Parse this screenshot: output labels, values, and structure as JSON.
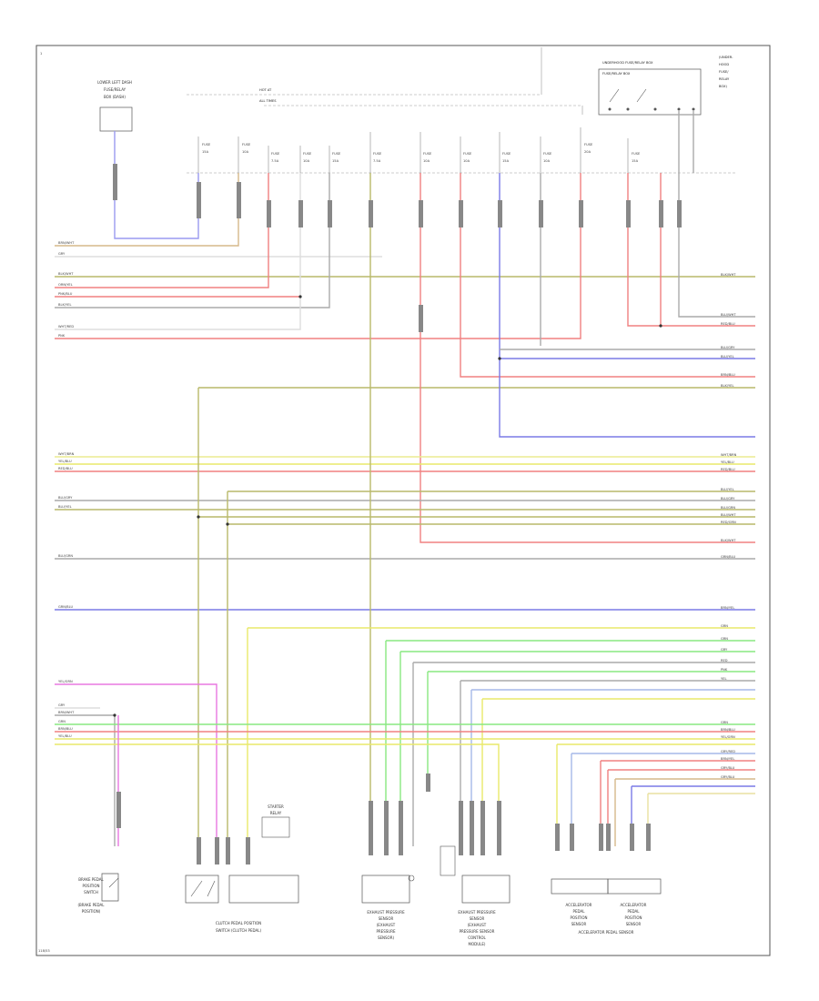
{
  "page_id": "1",
  "colors": {
    "frame": "#666666",
    "yellow": "#e9e96a",
    "olive": "#b9b96a",
    "blue": "#7a7ae6",
    "red": "#f08080",
    "green": "#88e880",
    "pink": "#e878e0",
    "gray": "#aaaaaa",
    "tan": "#d6b88a",
    "ltblue": "#a6b8e8",
    "violet": "#b080d8",
    "ltgreen": "#b8e8a0"
  },
  "bus": {
    "label_top": "HOT AT",
    "label_bottom": "ALL TIMES"
  },
  "fuse_box": {
    "title": "UNDERHOOD FUSE/RELAY BOX",
    "subtitle": "FUSE/RELAY BOX"
  },
  "side_note": [
    "(UNDER-",
    "HOOD",
    "FUSE/",
    "RELAY",
    "BOX)"
  ],
  "components": [
    {
      "name": "left-upper-module",
      "lines": [
        "LOWER LEFT DASH",
        "FUSE/RELAY",
        "BOX (DASH)"
      ]
    },
    {
      "name": "brake-pedal-switch",
      "lines": [
        "BRAKE PEDAL",
        "POSITION",
        "SWITCH",
        "(BRAKE PEDAL",
        "POSITION)"
      ]
    },
    {
      "name": "clutch-switch",
      "lines": [
        "CLUTCH PEDAL POSITION",
        "SWITCH (CLUTCH PEDAL)"
      ]
    },
    {
      "name": "relay-small",
      "lines": [
        "STARTER",
        "RELAY"
      ]
    },
    {
      "name": "sensor-a",
      "lines": [
        "EXHAUST PRESSURE",
        "SENSOR",
        "(EXHAUST",
        "PRESSURE",
        "SENSOR)"
      ]
    },
    {
      "name": "sensor-b",
      "lines": [
        "EXHAUST PRESSURE",
        "SENSOR",
        "(EXHAUST",
        "PRESSURE SENSOR",
        "CONTROL",
        "MODULE)"
      ]
    },
    {
      "name": "sensors-c",
      "lines": [
        "ACCELERATOR",
        "PEDAL",
        "POSITION",
        "SENSOR",
        "ACCELERATOR PEDAL SENSOR"
      ]
    }
  ],
  "wires": [
    {
      "label": "BRN/WHT",
      "color": "#d6b88a"
    },
    {
      "label": "GRY",
      "color": "#aaaaaa"
    },
    {
      "label": "BLK/WHT",
      "color": "#b9b96a"
    },
    {
      "label": "ORN/YEL",
      "color": "#aaaaaa"
    },
    {
      "label": "PNK/BLU",
      "color": "#f08080"
    },
    {
      "label": "BLK/YEL",
      "color": "#aaaaaa"
    },
    {
      "label": "WHT/RED",
      "color": "#aaaaaa"
    },
    {
      "label": "PNK",
      "color": "#f08080"
    },
    {
      "label": "WHT/BRN",
      "color": "#e9e96a"
    },
    {
      "label": "YEL/BLU",
      "color": "#e9e96a"
    },
    {
      "label": "RED/BLU",
      "color": "#f08080"
    },
    {
      "label": "BLU/GRY",
      "color": "#aaaaaa"
    },
    {
      "label": "BLU/YEL",
      "color": "#b9b96a"
    },
    {
      "label": "BLU/GRN",
      "color": "#aaaaaa"
    },
    {
      "label": "GRN/BLU",
      "color": "#7a7ae6"
    },
    {
      "label": "YEL/GRN",
      "color": "#e878e0"
    },
    {
      "label": "GRY",
      "color": "#aaaaaa"
    },
    {
      "label": "BRN/WHT",
      "color": "#aaaaaa"
    },
    {
      "label": "GRN",
      "color": "#88e880"
    },
    {
      "label": "BRN/BLU",
      "color": "#f08080"
    },
    {
      "label": "YEL/BLU",
      "color": "#e9e96a"
    }
  ],
  "right_labels": [
    "BLK/WHT",
    "BLU/WHT",
    "RED/BLU",
    "BLU/GRY",
    "BLU/YEL",
    "BRN/BLU",
    "BLK/YEL",
    "WHT/BRN",
    "YEL/BLU",
    "RED/BLU",
    "BLU/YEL",
    "BLU/GRY",
    "BLU/GRN",
    "BLU/WHT",
    "RED/GRN",
    "BLK/WHT",
    "GRN/BLU",
    "BRN/YEL",
    "GRN",
    "GRN",
    "GRY",
    "RED",
    "PNK",
    "YEL",
    "GRN",
    "BRN/BLU",
    "YEL/GRN",
    "GRY/RED",
    "BRN/YEL",
    "GRY/BLU",
    "GRY/BLU"
  ],
  "footer_id": "118/53"
}
